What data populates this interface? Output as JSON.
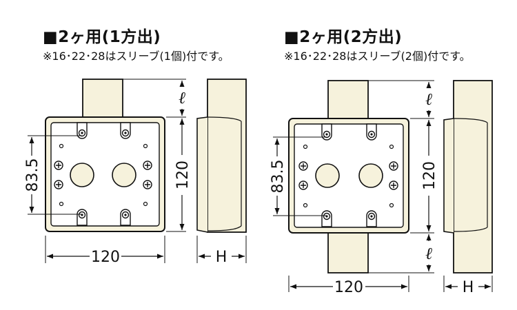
{
  "left": {
    "title": "■2ヶ用(1方出)",
    "note": "※16･22･28はスリーブ(1個)付です。",
    "dims": {
      "height": "83.5",
      "side": "120",
      "width": "120",
      "sleeve": "ℓ",
      "depth": "H"
    }
  },
  "right": {
    "title": "■2ヶ用(2方出)",
    "note": "※16･22･28はスリーブ(2個)付です。",
    "dims": {
      "height": "83.5",
      "side": "120",
      "width": "120",
      "sleeve_top": "ℓ",
      "sleeve_bottom": "ℓ",
      "depth": "H"
    }
  },
  "colors": {
    "box_fill": "#f6f2dc",
    "stroke": "#111111",
    "background": "#ffffff"
  }
}
